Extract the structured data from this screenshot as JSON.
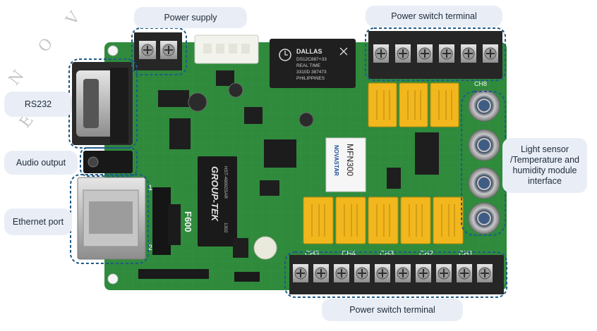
{
  "labels": {
    "power_supply": "Power supply",
    "power_switch_top": "Power switch terminal",
    "rs232": "RS232",
    "audio_output": "Audio output",
    "ethernet_port": "Ethernet port",
    "light_sensor_line1": "Light sensor",
    "light_sensor_line2": "/Temperature and",
    "light_sensor_line3": "humidity module",
    "light_sensor_line4": "interface",
    "power_switch_bottom": "Power switch terminal"
  },
  "chips": {
    "dallas_line1": "DALLAS",
    "dallas_line2": "DS12C887+33",
    "dallas_line3": "REAL TIME",
    "dallas_line4": "3310D 387473",
    "dallas_line5": "PHILIPPINES",
    "grouptek": "GROUP-TEK",
    "grouptek_part": "HST-46002SAR",
    "grouptek_num": "1302",
    "novastar_brand": "NOVASTAR",
    "novastar_model": "MFN300",
    "f600": "F600"
  },
  "silkscreen": {
    "ch5": "CH5",
    "ch4": "CH4",
    "ch3": "CH3",
    "ch2": "CH2",
    "ch1": "CH1",
    "ch8": "CH8",
    "pin1": "1",
    "pin2": "2"
  },
  "colors": {
    "pcb": "#2f8a3c",
    "pcb_dark": "#1f6b2c",
    "terminal": "#262626",
    "relay": "#f2b71c",
    "label_bg": "#e9eef6",
    "dash": "#1f5a86"
  }
}
